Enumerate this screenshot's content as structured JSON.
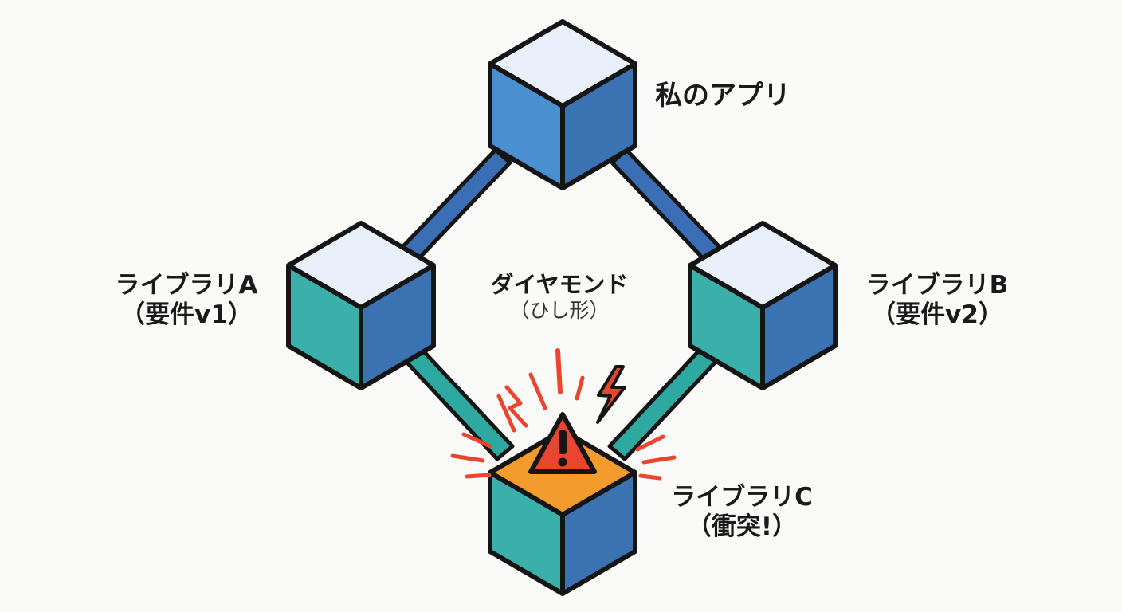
{
  "nodes": {
    "app": {
      "label": "私のアプリ"
    },
    "lib_a": {
      "label": "ライブラリA",
      "sub": "（要件v1）"
    },
    "lib_b": {
      "label": "ライブラリB",
      "sub": "（要件v2）"
    },
    "lib_c": {
      "label": "ライブラリC",
      "sub": "（衝突!）"
    }
  },
  "center": {
    "label": "ダイヤモンド",
    "sub": "（ひし形）"
  },
  "edges": [
    {
      "from": "app",
      "to": "lib_a"
    },
    {
      "from": "app",
      "to": "lib_b"
    },
    {
      "from": "lib_a",
      "to": "lib_c"
    },
    {
      "from": "lib_b",
      "to": "lib_c"
    }
  ],
  "conflict": {
    "node": "lib_c",
    "icon": "warning-icon"
  },
  "colors": {
    "outline": "#151515",
    "top_face": "#e8f1fb",
    "blue_front": "#4a8fd0",
    "blue_side": "#3a72b2",
    "teal_front": "#3bb0aa",
    "conflict_top": "#f39b2c",
    "warning_fill": "#e9452f",
    "spark": "#e9452f",
    "edge_blue": "#3b6fb5",
    "edge_teal": "#2ea9a1"
  }
}
